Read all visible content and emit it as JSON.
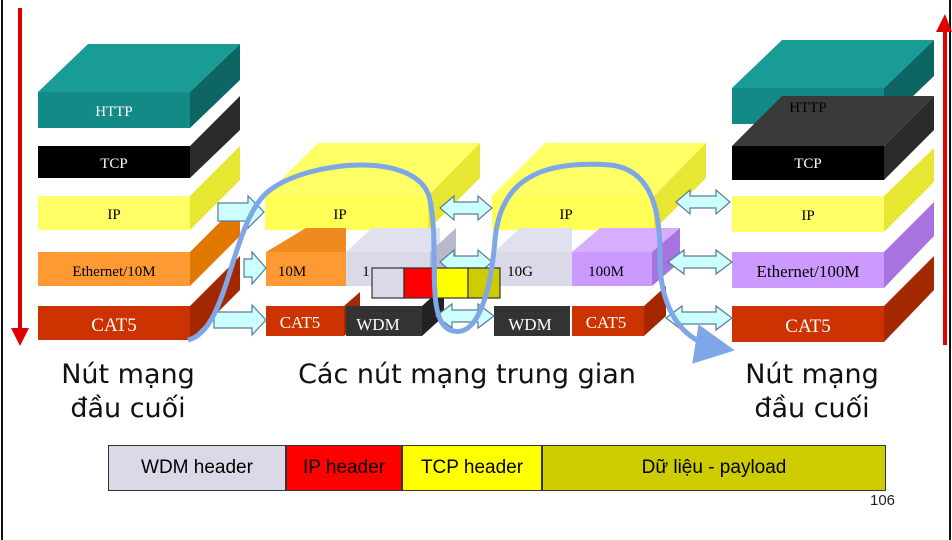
{
  "left_stack": {
    "layers": [
      {
        "label": "HTTP",
        "color": "#138a85",
        "dark": "#0d6663",
        "text": "#ffffff"
      },
      {
        "label": "TCP",
        "color": "#000000",
        "dark": "#2a2a2a",
        "text": "#ffffff"
      },
      {
        "label": "IP",
        "color": "#ffff66",
        "dark": "#e6e633",
        "text": "#000000"
      },
      {
        "label": "Ethernet/10M",
        "color": "#ff9933",
        "dark": "#e07800",
        "text": "#000000"
      },
      {
        "label": "CAT5",
        "color": "#cc3300",
        "dark": "#a32800",
        "text": "#ffffff"
      }
    ],
    "caption_line1": "Nút mạng",
    "caption_line2": "đầu cuối"
  },
  "right_stack": {
    "layers": [
      {
        "label": "HTTP",
        "color": "#138a85",
        "dark": "#0d6663",
        "text": "#000000"
      },
      {
        "label": "TCP",
        "color": "#000000",
        "dark": "#2a2a2a",
        "text": "#ffffff"
      },
      {
        "label": "IP",
        "color": "#ffff66",
        "dark": "#e6e633",
        "text": "#000000"
      },
      {
        "label": "Ethernet/100M",
        "color": "#cc99ff",
        "dark": "#a673e0",
        "text": "#000000"
      },
      {
        "label": "CAT5",
        "color": "#cc3300",
        "dark": "#a32800",
        "text": "#ffffff"
      }
    ],
    "caption_line1": "Nút mạng",
    "caption_line2": "đầu cuối"
  },
  "router1": {
    "ip": "IP",
    "link_left": "10M",
    "link_right_partial": "1",
    "phys_left": "CAT5",
    "phys_right": "WDM"
  },
  "router2": {
    "ip": "IP",
    "link_left": "10G",
    "link_right": "100M",
    "phys_left": "WDM",
    "phys_right": "CAT5"
  },
  "middle_caption": "Các nút mạng trung gian",
  "header_bar": {
    "wdm": "WDM header",
    "ip": "IP header",
    "tcp": "TCP header",
    "payload": "Dữ liệu - payload"
  },
  "colors": {
    "wdm": "#d9d9e8",
    "ip": "#ff0000",
    "tcp": "#ffff00",
    "payload": "#cccc00",
    "arrow_fill": "#ccffff",
    "path": "#7fa6e6",
    "accent_red": "#e00000"
  },
  "page_number": "106"
}
